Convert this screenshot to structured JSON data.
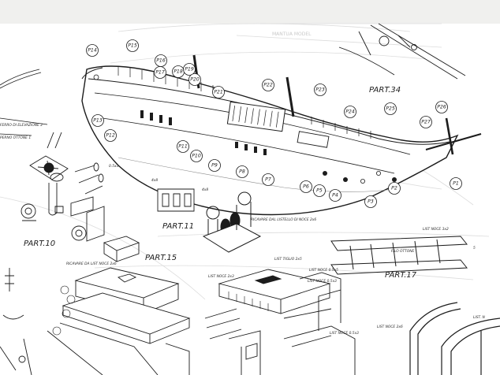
{
  "sheet": {
    "background": "#ffffff",
    "ink": "#1c1c1c",
    "ghost_ink": "#c9c9c9",
    "faded_header": [
      "MANTUA MODEL"
    ]
  },
  "part_titles": {
    "part34": "PART.34",
    "part10": "PART.10",
    "part11": "PART.11",
    "part15": "PART.15",
    "part17": "PART.17"
  },
  "callouts": [
    "P15",
    "P16",
    "P17",
    "P18",
    "P19",
    "P20",
    "P21",
    "P22",
    "P23",
    "P24",
    "P25",
    "P26",
    "P27",
    "P14",
    "P13",
    "P12",
    "P11",
    "P10",
    "P9",
    "P8",
    "P7",
    "P6",
    "P5",
    "P4",
    "P3",
    "P2",
    "P1"
  ],
  "notes": {
    "note_riccavare": "RICAVARE DAL LISTELLO DI NOCE 2x6",
    "note_list_noce_32": "LIST NOCE 3x2",
    "note_ottone": "FILO OTTONE",
    "note_list_noce_05x3_right": "LIST NOCE 0.5x3",
    "note_tiglio": "LIST TIGLIO 2x5",
    "note_list_noce_2x3": "LIST NOCE 2x3",
    "note_list_noce_05x5": "LIST NOCE 0.5x5",
    "note_list_noce_2x6": "LIST NOCE 2x6",
    "note_list_noce_05x3_bottom": "LIST NOCE 0.5x3",
    "note_ricavare_left": "RICAVARE DA LIST NOCE 2x6",
    "dim_05x3": "0.5x3",
    "dim_4x8_a": "4x8",
    "dim_4x8_b": "4x8",
    "note_left_margin_1": "FERRO DI ELEVAZIONE 2",
    "note_left_margin_2": "PERNO OTTONE 1",
    "dim_5": "5"
  }
}
